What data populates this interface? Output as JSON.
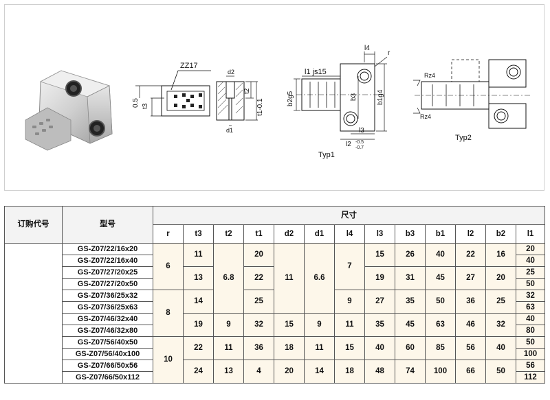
{
  "drawing": {
    "zz17": "ZZ17",
    "t3": "t3",
    "t2": "t2",
    "t1": "t1-0.1",
    "d2": "d2",
    "d1": "d1",
    "offset": "0.5",
    "l1": "l1 js15",
    "l4": "l4",
    "r": "r",
    "b3": "b3",
    "b2g5": "b2g5",
    "b1g4": "b1g4",
    "l3": "l3",
    "l2": "l2",
    "l2_tol_upper": "-0.5",
    "l2_tol_lower": "-0.7",
    "typ1": "Typ1",
    "typ2": "Typ2",
    "rz4_top": "Rz4",
    "rz4_bottom": "Rz4"
  },
  "table": {
    "header": {
      "order_code": "订购代号",
      "model": "型号",
      "dimensions": "尺寸"
    },
    "columns": [
      "r",
      "t3",
      "t2",
      "t1",
      "d2",
      "d1",
      "l4",
      "l3",
      "b3",
      "b1",
      "l2",
      "b2",
      "l1"
    ],
    "models": [
      "GS-Z07/22/16x20",
      "GS-Z07/22/16x40",
      "GS-Z07/27/20x25",
      "GS-Z07/27/20x50",
      "GS-Z07/36/25x32",
      "GS-Z07/36/25x63",
      "GS-Z07/46/32x40",
      "GS-Z07/46/32x80",
      "GS-Z07/56/40x50",
      "GS-Z07/56/40x100",
      "GS-Z07/66/50x56",
      "GS-Z07/66/50x112"
    ],
    "r": [
      "6",
      "8",
      "10"
    ],
    "t3": [
      "11",
      "13",
      "14",
      "19",
      "22",
      "24"
    ],
    "t2": [
      "6.8",
      "9",
      "11",
      "13"
    ],
    "t1": [
      "20",
      "22",
      "25",
      "32",
      "36",
      "4"
    ],
    "d2": [
      "11",
      "15",
      "18",
      "20"
    ],
    "d1": [
      "6.6",
      "9",
      "11",
      "14"
    ],
    "l4": [
      "7",
      "9",
      "11",
      "15",
      "18"
    ],
    "l3": [
      "15",
      "19",
      "27",
      "35",
      "40",
      "48"
    ],
    "b3": [
      "26",
      "31",
      "35",
      "45",
      "60",
      "74"
    ],
    "b1": [
      "40",
      "45",
      "50",
      "63",
      "85",
      "100"
    ],
    "l2": [
      "22",
      "27",
      "36",
      "46",
      "56",
      "66"
    ],
    "b2": [
      "16",
      "20",
      "25",
      "32",
      "40",
      "50"
    ],
    "l1": [
      "20",
      "40",
      "25",
      "50",
      "32",
      "63",
      "40",
      "80",
      "50",
      "100",
      "56",
      "112"
    ]
  }
}
